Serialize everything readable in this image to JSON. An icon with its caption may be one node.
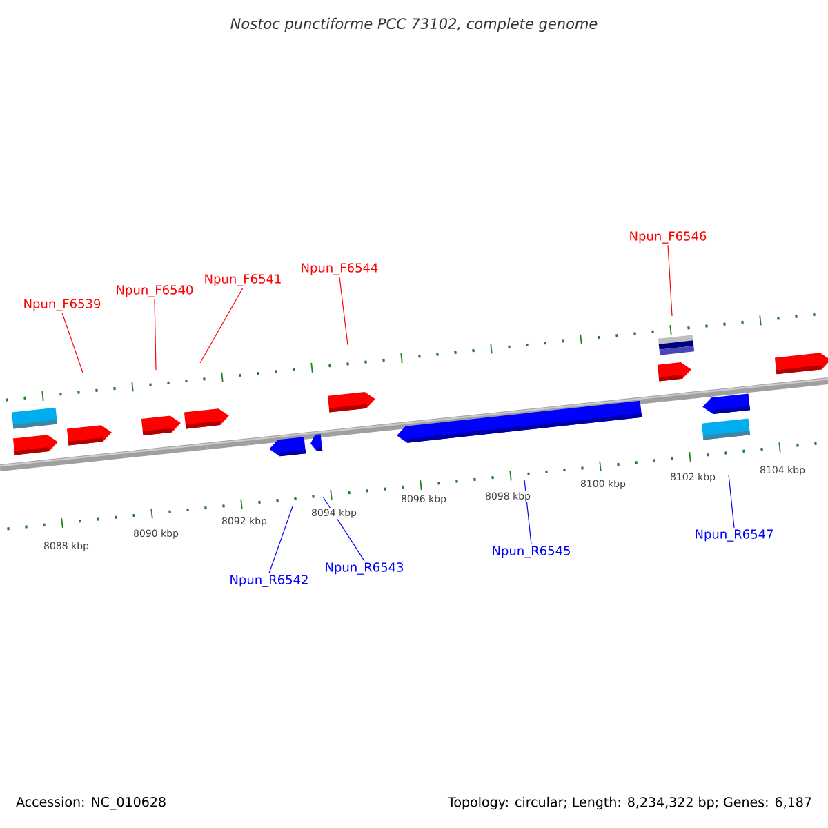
{
  "diagram": {
    "title": "Nostoc punctiforme PCC 73102, complete genome",
    "nodes": [
      {
        "text": [
          "Npun_F6539"
        ]
      },
      {
        "text": [
          "Npun_F6540"
        ]
      },
      {
        "text": [
          "Npun_F6541"
        ]
      },
      {
        "text": [
          "Npun_F6544"
        ]
      },
      {
        "text": [
          "Npun_F6546"
        ]
      },
      {
        "text": [
          "Npun_R6542"
        ]
      },
      {
        "text": [
          "Npun_R6543"
        ]
      },
      {
        "text": [
          "Npun_R6545"
        ]
      },
      {
        "text": [
          "Npun_R6547"
        ]
      }
    ],
    "edges": [
      {
        "from": 0,
        "to": null,
        "arrow": "none"
      },
      {
        "from": 1,
        "to": null,
        "arrow": "none"
      },
      {
        "from": 2,
        "to": null,
        "arrow": "none"
      },
      {
        "from": 3,
        "to": null,
        "arrow": "none"
      },
      {
        "from": 4,
        "to": null,
        "arrow": "none"
      },
      {
        "from": 5,
        "to": null,
        "arrow": "none",
        "color": "#0000ff"
      },
      {
        "from": 6,
        "to": null,
        "arrow": "none",
        "color": "#0000ff"
      },
      {
        "from": 7,
        "to": null,
        "arrow": "none",
        "color": "#0000ff"
      },
      {
        "from": 8,
        "to": null,
        "arrow": "none",
        "color": "#0000ff"
      }
    ],
    "labels": [
      "8088 kbp",
      "8090 kbp",
      "8092 kbp",
      "8094 kbp",
      "8096 kbp",
      "8098 kbp",
      "8100 kbp",
      "8102 kbp",
      "8104 kbp",
      "Accession: NC_010628",
      "Topology: circular; Length: 8,234,322 bp; Genes: 6,187"
    ]
  }
}
